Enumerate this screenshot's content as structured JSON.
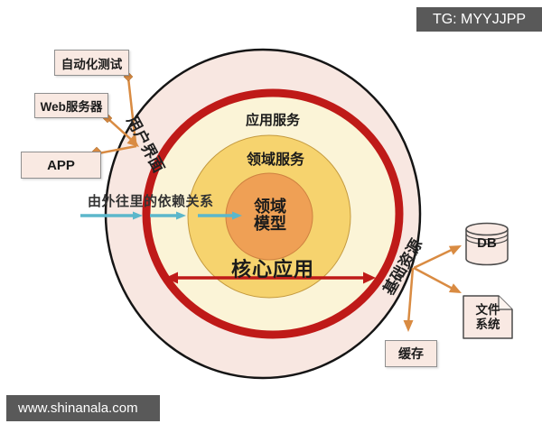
{
  "watermarks": {
    "telegram": "TG: MYYJJPP",
    "website": "www.shinanala.com"
  },
  "outer_nodes": {
    "automated_testing": "自动化测试",
    "web_server": "Web服务器",
    "app": "APP",
    "db": "DB",
    "file_system_lines": [
      "文件",
      "系统"
    ],
    "cache": "缓存"
  },
  "layers": {
    "user_interface": "用户界面",
    "application_services": "应用服务",
    "domain_services": "领域服务",
    "domain_model_lines": [
      "领域",
      "模型"
    ],
    "core_application": "核心应用",
    "infrastructure": "基础资源"
  },
  "annotations": {
    "dependency_direction": "由外往里的依赖关系"
  },
  "colors": {
    "outer_ring_fill": "#f8e7e1",
    "application_ring_fill": "#fbf4d7",
    "domain_ring_fill": "#f6d36e",
    "model_core_fill": "#efa055",
    "red_ring": "#bf1a18",
    "black_outline": "#151515",
    "connector_orange": "#d98b42",
    "dependency_teal": "#5cb7cb",
    "banner_background": "#595959",
    "node_fill": "#f9e9e2"
  }
}
